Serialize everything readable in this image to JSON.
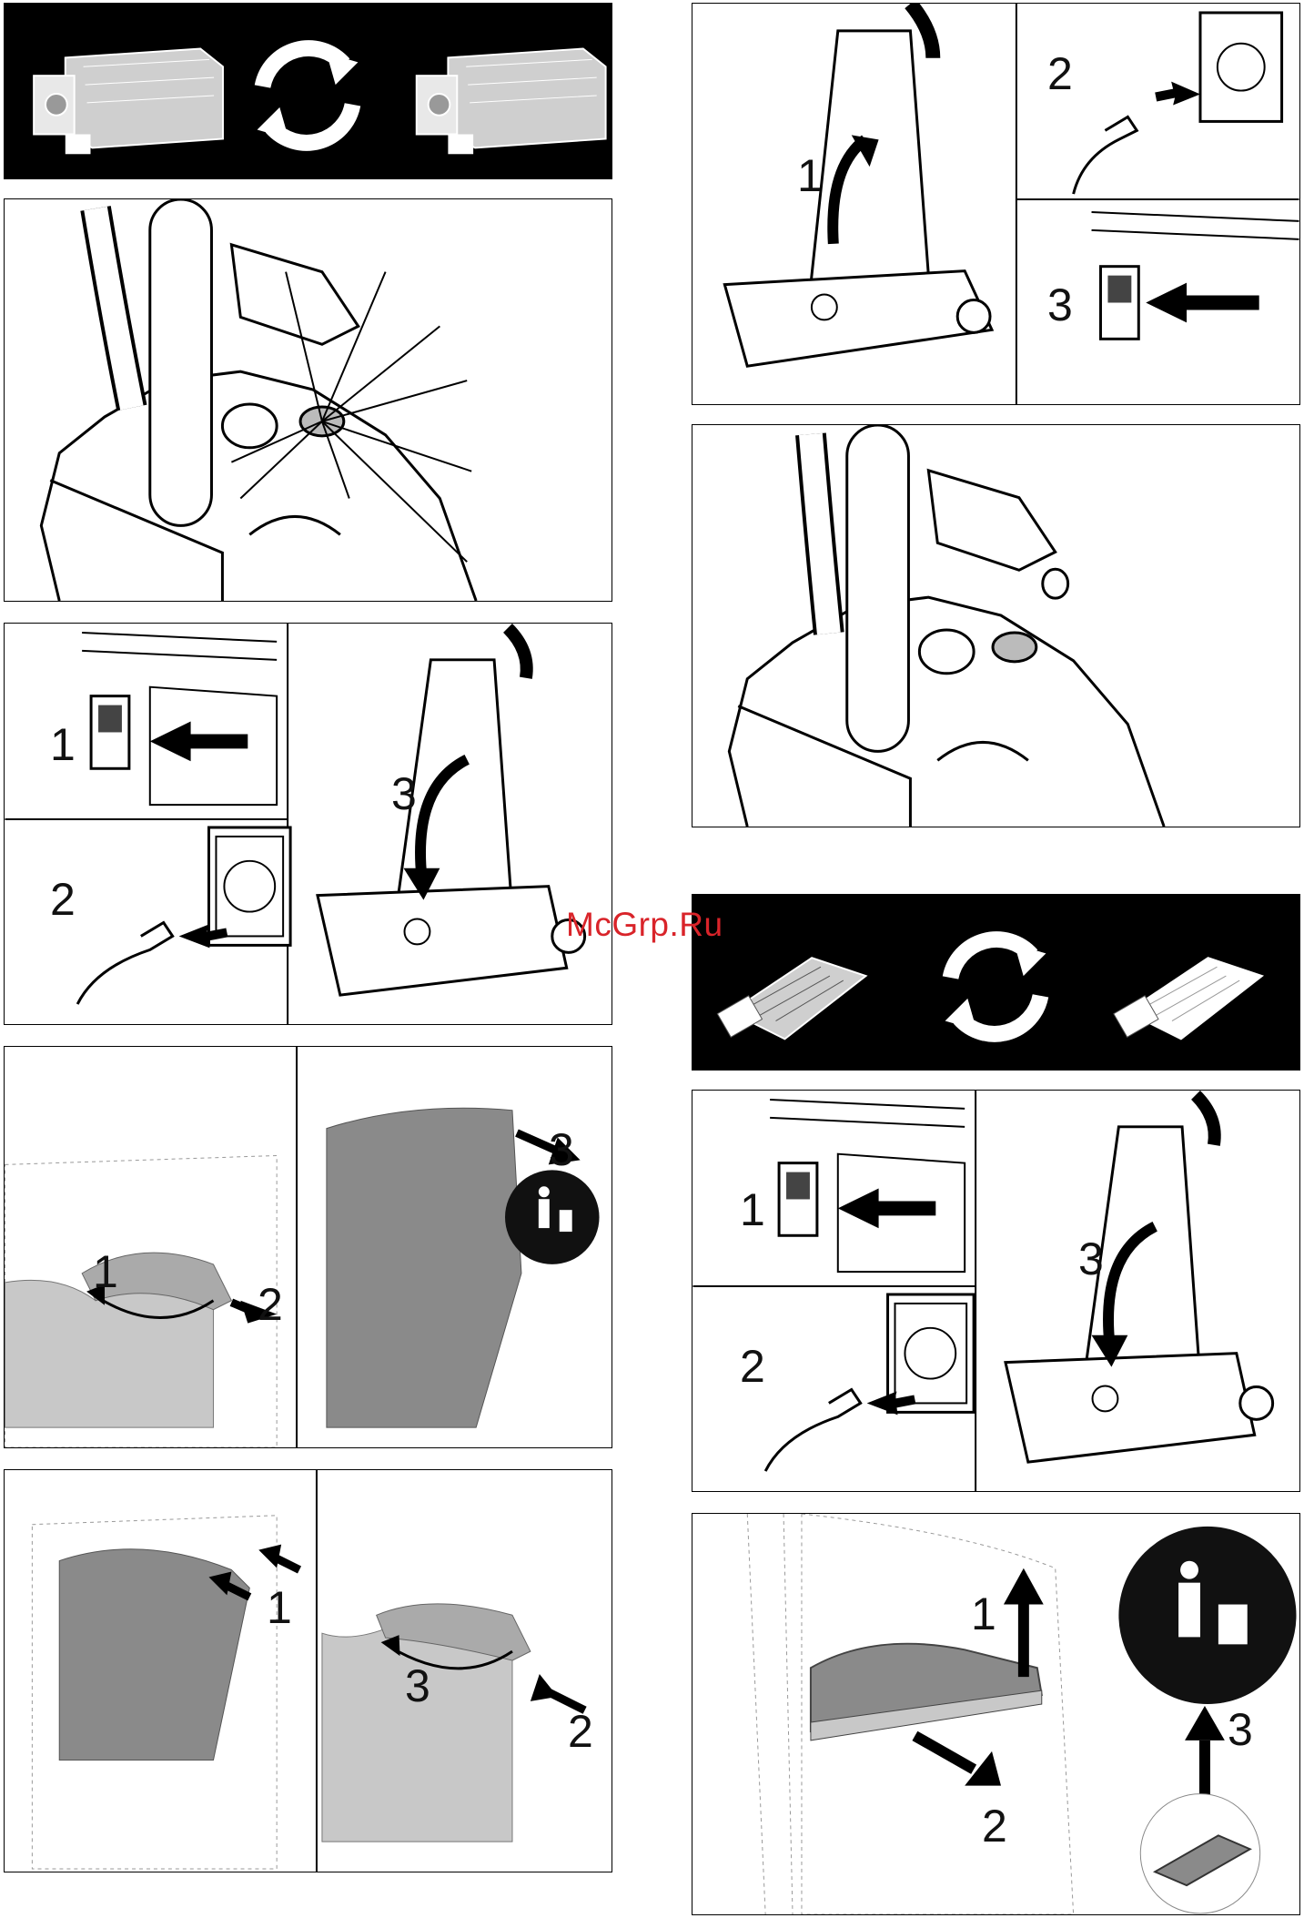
{
  "watermark": "McGrp.Ru",
  "steps": {
    "one": "1",
    "two": "2",
    "three": "3"
  },
  "icons": {
    "dustbag_replace": "dustbag-replace-icon",
    "filter_replace": "filter-replace-icon",
    "dispose": "trash-disposal-icon"
  },
  "colors": {
    "banner_bg": "#000000",
    "bag_gray": "#c8c8c8",
    "watermark": "#d9242a"
  }
}
